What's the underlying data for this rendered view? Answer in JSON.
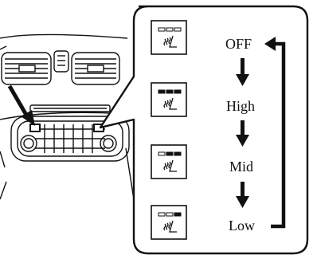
{
  "modes": [
    {
      "label": "OFF",
      "indicator": [
        false,
        false,
        false
      ]
    },
    {
      "label": "High",
      "indicator": [
        true,
        true,
        true
      ]
    },
    {
      "label": "Mid",
      "indicator": [
        false,
        true,
        true
      ]
    },
    {
      "label": "Low",
      "indicator": [
        false,
        false,
        true
      ]
    }
  ],
  "colors": {
    "ink": "#111111",
    "panel_fill": "#ffffff",
    "hatch": "#555555"
  }
}
